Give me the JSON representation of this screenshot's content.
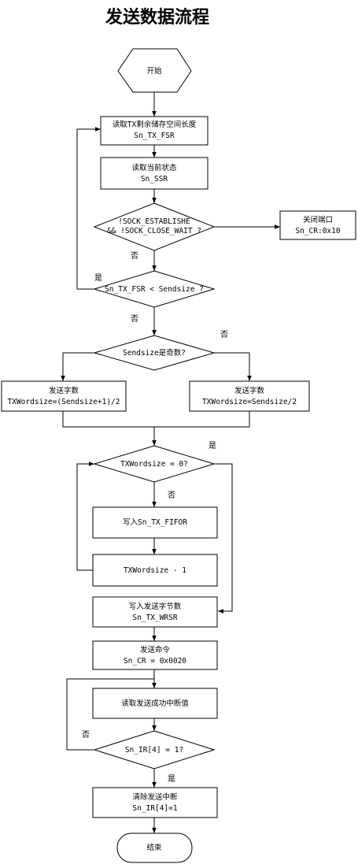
{
  "title": "发送数据流程",
  "nodes": {
    "start": [
      "开始"
    ],
    "read_fsr": [
      "读取TX剩余储存空间长度",
      "Sn_TX_FSR"
    ],
    "read_ssr": [
      "读取当前状态",
      "Sn_SSR"
    ],
    "cond_state": [
      "!SOCK_ESTABLISHE",
      "&& !SOCK_CLOSE_WAIT ?"
    ],
    "close_port": [
      "关闭端口",
      "Sn_CR:0x10"
    ],
    "cond_fsr": [
      "Sn_TX_FSR < Sendsize ?"
    ],
    "cond_odd": [
      "Sendsize是奇数?"
    ],
    "words_odd": [
      "发送字数",
      "TXWordsize=(Sendsize+1)/2"
    ],
    "words_even": [
      "发送字数",
      "TXWordsize=Sendsize/2"
    ],
    "cond_zero": [
      "TXWordsize = 0?"
    ],
    "write_fifo": [
      "写入Sn_TX_FIFOR"
    ],
    "decrement": [
      "TXWordsize - 1"
    ],
    "write_wrsr": [
      "写入发送字节数",
      "Sn_TX_WRSR"
    ],
    "send_cmd": [
      "发送命令",
      "Sn_CR = 0x0020"
    ],
    "read_ir": [
      "读取发送成功中断值"
    ],
    "cond_ir": [
      "Sn_IR[4] = 1?"
    ],
    "clear_ir": [
      "清除发送中断",
      "Sn_IR[4]=1"
    ],
    "end": [
      "结束"
    ]
  },
  "labels": {
    "no_state": "否",
    "yes_fsr": "是",
    "no_fsr": "否",
    "no_odd": "否",
    "yes_zero": "是",
    "no_zero": "否",
    "no_ir": "否",
    "yes_ir": "是"
  }
}
